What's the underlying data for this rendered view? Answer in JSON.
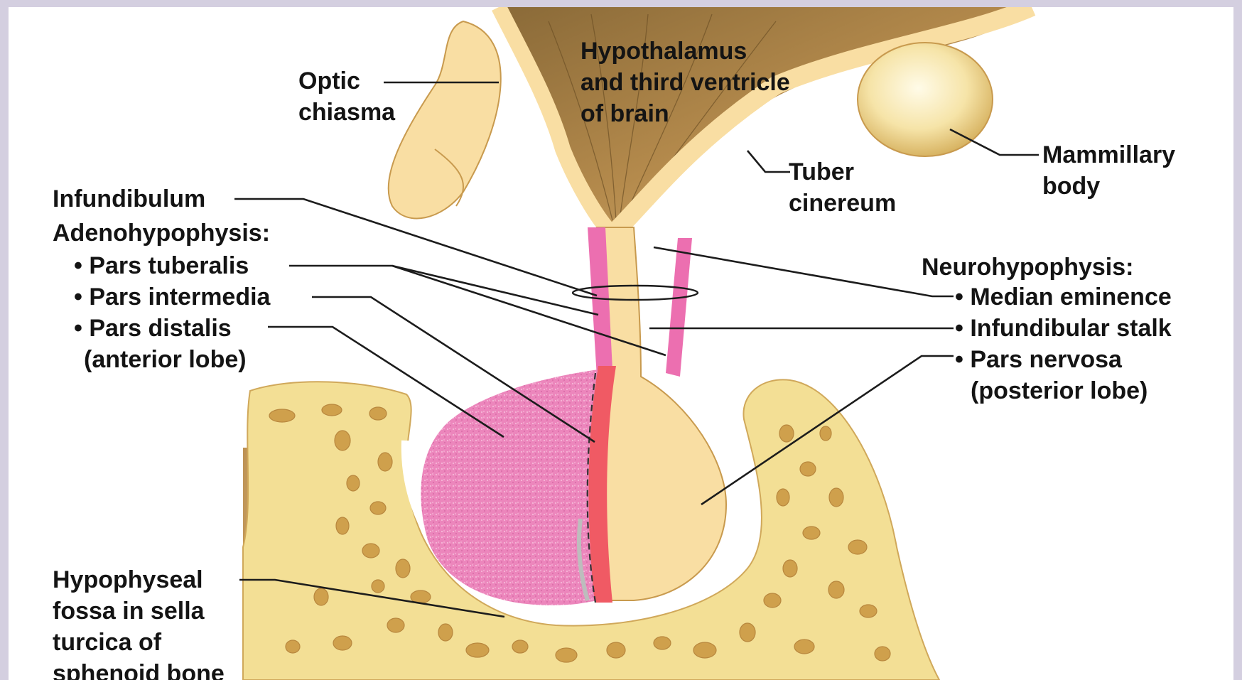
{
  "diagram": {
    "labels": {
      "optic_chiasma": [
        "Optic",
        "chiasma"
      ],
      "hypothalamus": [
        "Hypothalamus",
        "and third ventricle",
        "of brain"
      ],
      "tuber_cinereum": [
        "Tuber",
        "cinereum"
      ],
      "mammillary_body": [
        "Mammillary",
        "body"
      ],
      "infundibulum": "Infundibulum",
      "adenohypophysis_heading": "Adenohypophysis:",
      "pars_tuberalis": "• Pars tuberalis",
      "pars_intermedia": "• Pars intermedia",
      "pars_distalis": [
        "• Pars distalis",
        "(anterior lobe)"
      ],
      "neurohypophysis_heading": "Neurohypophysis:",
      "median_eminence": "• Median eminence",
      "infundibular_stalk": "• Infundibular stalk",
      "pars_nervosa": [
        "• Pars nervosa",
        "(posterior lobe)"
      ],
      "hypophyseal_fossa": [
        "Hypophyseal",
        "fossa in sella",
        "turcica of",
        "sphenoid bone"
      ]
    },
    "colors": {
      "frame": "#d4cfe0",
      "nervous_tissue": "#f9dea3",
      "brain_tan": "#b48a4c",
      "adenohypophysis_pink": "#ec86bc",
      "pars_intermedia_red": "#f05a64",
      "bone": "#f3df95",
      "bone_pores": "#cfa04c"
    }
  }
}
